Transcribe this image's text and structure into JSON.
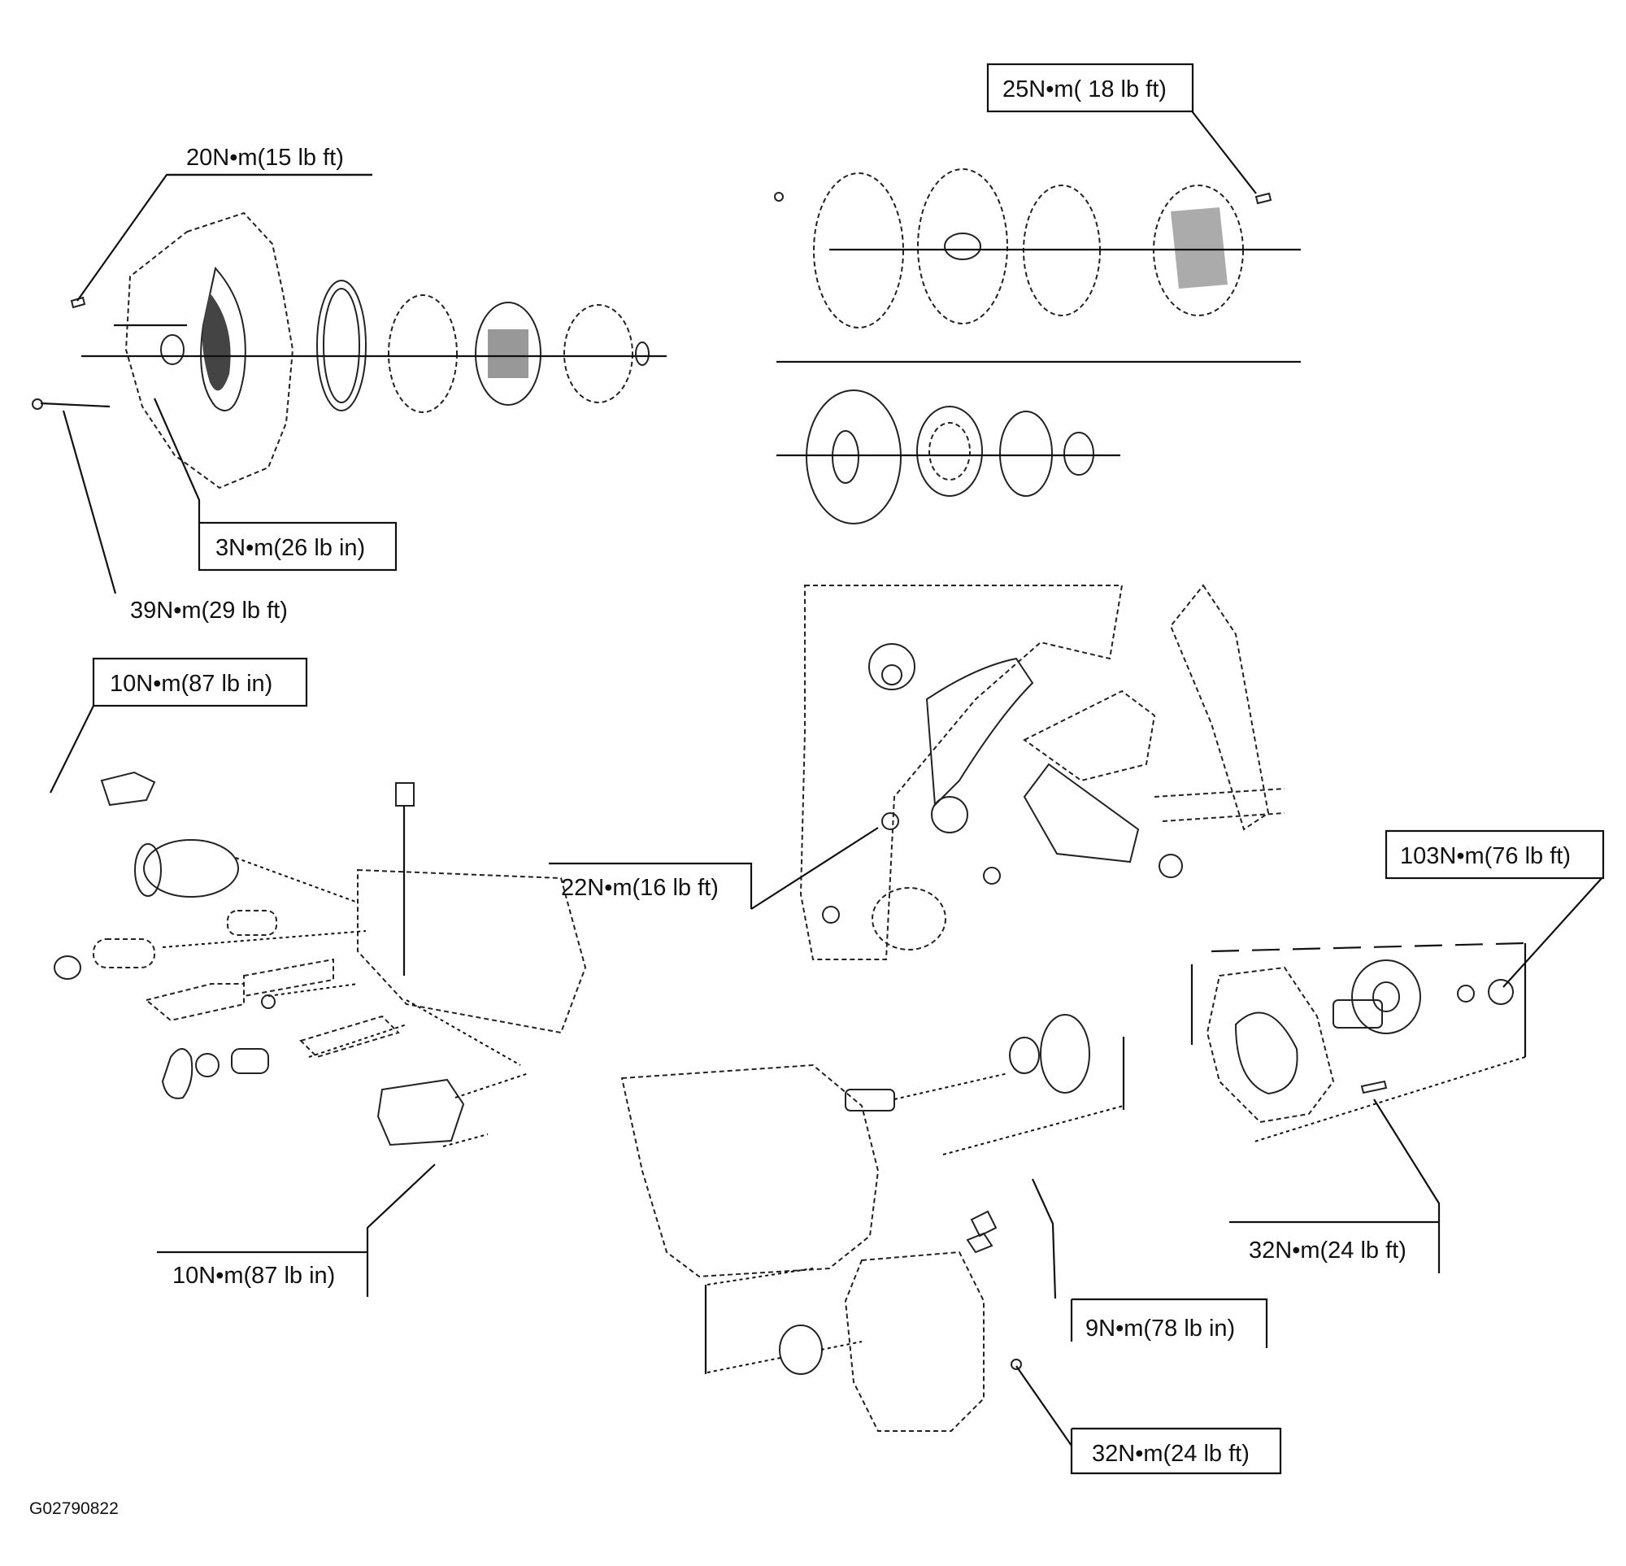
{
  "torque_labels": {
    "t1": "20N•m(15 lb ft)",
    "t2": "3N•m(26 lb in)",
    "t3": "39N•m(29 lb ft)",
    "t4": "25N•m( 18 lb ft)",
    "t5": "10N•m(87 lb in)",
    "t6": "22N•m(16 lb ft)",
    "t7": "103N•m(76 lb ft)",
    "t8": "10N•m(87 lb in)",
    "t9": "32N•m(24 lb ft)",
    "t10": "9N•m(78 lb in)",
    "t11": "32N•m(24 lb ft)"
  },
  "figure_code": "G02790822"
}
